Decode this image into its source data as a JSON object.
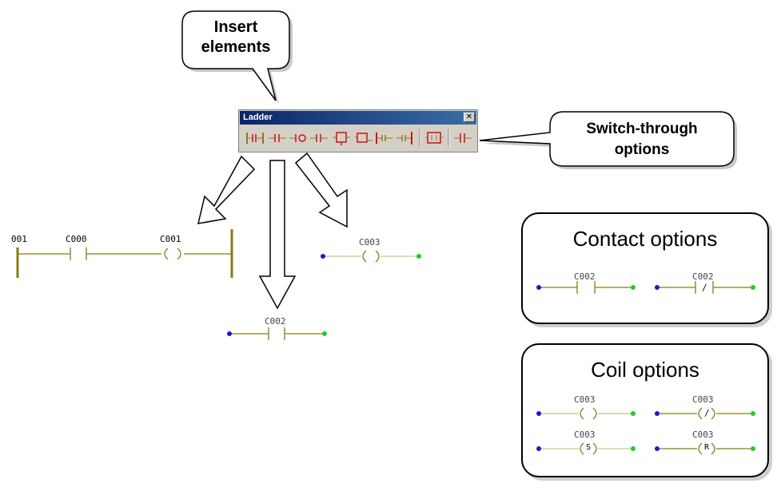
{
  "callouts": {
    "insert": {
      "line1": "Insert",
      "line2": "elements"
    },
    "switch": {
      "line1": "Switch-through",
      "line2": "options"
    }
  },
  "toolbar": {
    "title": "Ladder",
    "close_glyph": "✕",
    "buttons": [
      "insert-rung-icon",
      "contact-icon",
      "coil-icon",
      "parallel-contact-icon",
      "branch-open-icon",
      "branch-close-icon",
      "series-contact-icon",
      "end-line-icon",
      "block-icon",
      "switch-through-icon"
    ]
  },
  "rung": {
    "number": "001",
    "contact": "C000",
    "coil": "C001"
  },
  "inserted": {
    "coil": "C003",
    "contact": "C002"
  },
  "contact_options": {
    "title": "Contact options",
    "items": [
      {
        "label": "C002",
        "symbol": ""
      },
      {
        "label": "C002",
        "symbol": "/"
      }
    ]
  },
  "coil_options": {
    "title": "Coil options",
    "items": [
      {
        "label": "C003",
        "symbol": ""
      },
      {
        "label": "C003",
        "symbol": "/"
      },
      {
        "label": "C003",
        "symbol": "S"
      },
      {
        "label": "C003",
        "symbol": "R"
      }
    ]
  },
  "colors": {
    "rail": "#8a7a12",
    "wire": "#b8ad62",
    "left_dot": "#1a1ad0",
    "right_dot": "#22cc22",
    "arrow_fill": "#ffffff",
    "titlebar": "#0a246a"
  }
}
